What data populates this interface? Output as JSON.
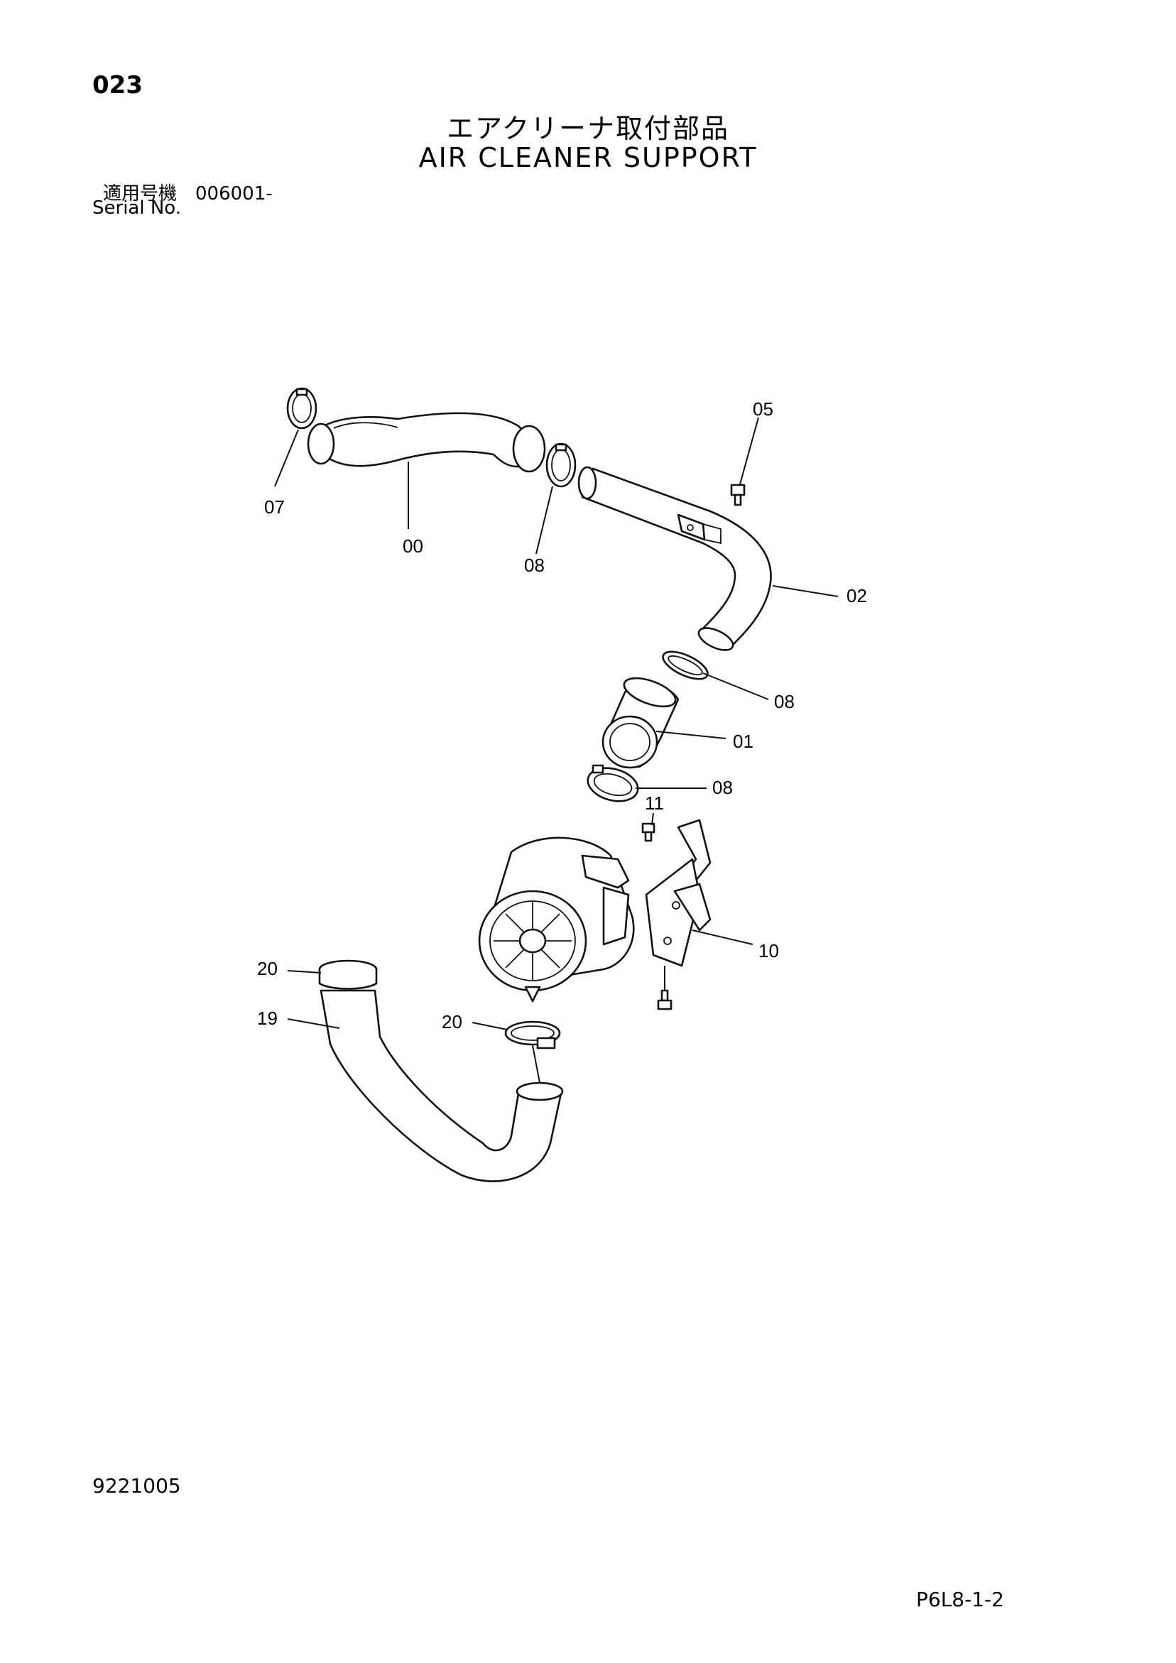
{
  "page_number": "023",
  "title_jp": "エアクリーナ取付部品",
  "title_en": "AIR CLEANER SUPPORT",
  "serial_jp": "適用号機　006001-",
  "serial_en": "Serial No.",
  "doc_code": "9221005",
  "page_code": "P6L8-1-2",
  "callouts": {
    "c05": "05",
    "c07": "07",
    "c00": "00",
    "c08a": "08",
    "c02": "02",
    "c08b": "08",
    "c01": "01",
    "c08c": "08",
    "c11": "11",
    "c10": "10",
    "c20a": "20",
    "c19": "19",
    "c20b": "20"
  }
}
